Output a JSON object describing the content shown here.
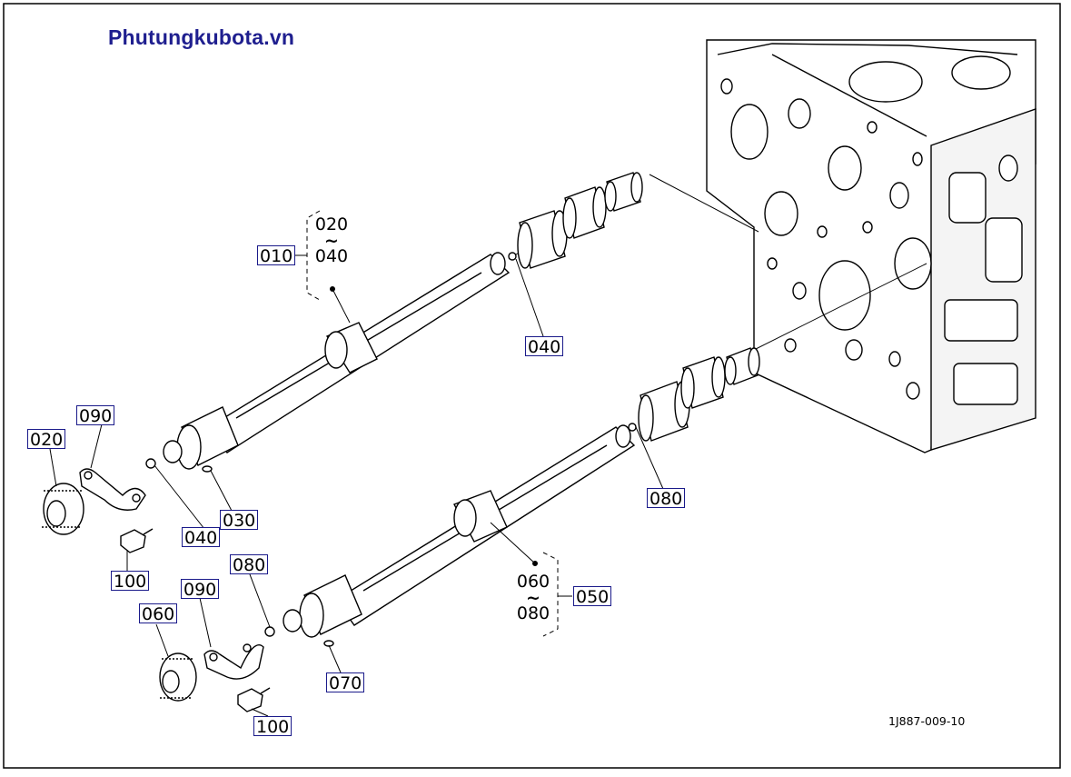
{
  "watermark": "Phutungkubota.vn",
  "drawing_number": "1J887-009-10",
  "callouts": [
    {
      "id": "c1",
      "label": "010"
    },
    {
      "id": "c2",
      "label": "040"
    },
    {
      "id": "c3",
      "label": "090"
    },
    {
      "id": "c4",
      "label": "020"
    },
    {
      "id": "c5",
      "label": "040"
    },
    {
      "id": "c6",
      "label": "030"
    },
    {
      "id": "c7",
      "label": "100"
    },
    {
      "id": "c8",
      "label": "080"
    },
    {
      "id": "c9",
      "label": "080"
    },
    {
      "id": "c10",
      "label": "090"
    },
    {
      "id": "c11",
      "label": "060"
    },
    {
      "id": "c12",
      "label": "070"
    },
    {
      "id": "c13",
      "label": "100"
    },
    {
      "id": "c14",
      "label": "050"
    }
  ],
  "ranges": [
    {
      "id": "r1",
      "from": "020",
      "sep": "~",
      "to": "040"
    },
    {
      "id": "r2",
      "from": "060",
      "sep": "~",
      "to": "080"
    }
  ]
}
